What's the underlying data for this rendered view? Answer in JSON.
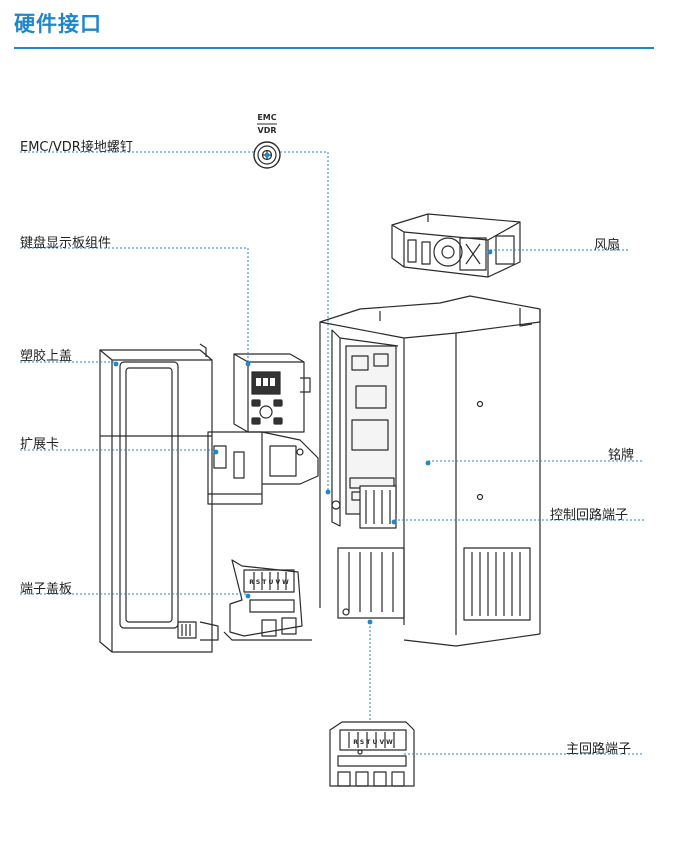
{
  "page": {
    "title": "硬件接口"
  },
  "colors": {
    "accent": "#1f86c7",
    "line": "#2b2b2b"
  },
  "callouts": {
    "emc_screw": "EMC/VDR接地螺钉",
    "keypad": "键盘显示板组件",
    "plastic_cover": "塑胶上盖",
    "expansion_card": "扩展卡",
    "terminal_cover": "端子盖板",
    "fan": "风扇",
    "nameplate": "铭牌",
    "control_terminal": "控制回路端子",
    "main_terminal": "主回路端子"
  },
  "device_marks": {
    "emc": "EMC",
    "vdr": "VDR",
    "terminals": "R S T U V W",
    "main_terminals": "R S T U V W"
  }
}
